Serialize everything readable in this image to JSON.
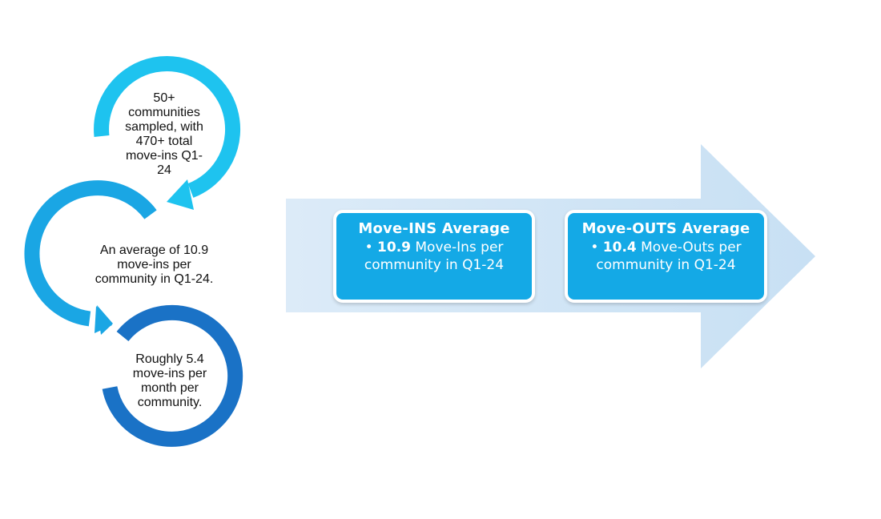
{
  "colors": {
    "circle1": "#1ec3ef",
    "circle2": "#1aa6e4",
    "circle3": "#1a72c6",
    "arrow_fill": "#cfe4f5",
    "box_fill": "#14a9e6",
    "box_border": "#ffffff",
    "text_dark": "#111111",
    "text_light": "#ffffff"
  },
  "cycle": {
    "step1": {
      "lines": [
        "50+",
        "communities",
        "sampled, with",
        "470+ total",
        "move-ins Q1-",
        "24"
      ]
    },
    "step2": {
      "lines": [
        "An average of 10.9",
        "move-ins per",
        "community in Q1-24."
      ]
    },
    "step3": {
      "lines": [
        "Roughly 5.4",
        "move-ins per",
        "month per",
        "community."
      ]
    }
  },
  "arrow_panel": {
    "move_ins": {
      "title": "Move-INS Average",
      "bullet": "•",
      "value": "10.9",
      "line1_suffix": " Move-Ins per",
      "line2": "community in Q1-24"
    },
    "move_outs": {
      "title": "Move-OUTS Average",
      "bullet": "•",
      "value": "10.4",
      "line1_suffix": " Move-Outs per",
      "line2": "community in Q1-24"
    }
  }
}
